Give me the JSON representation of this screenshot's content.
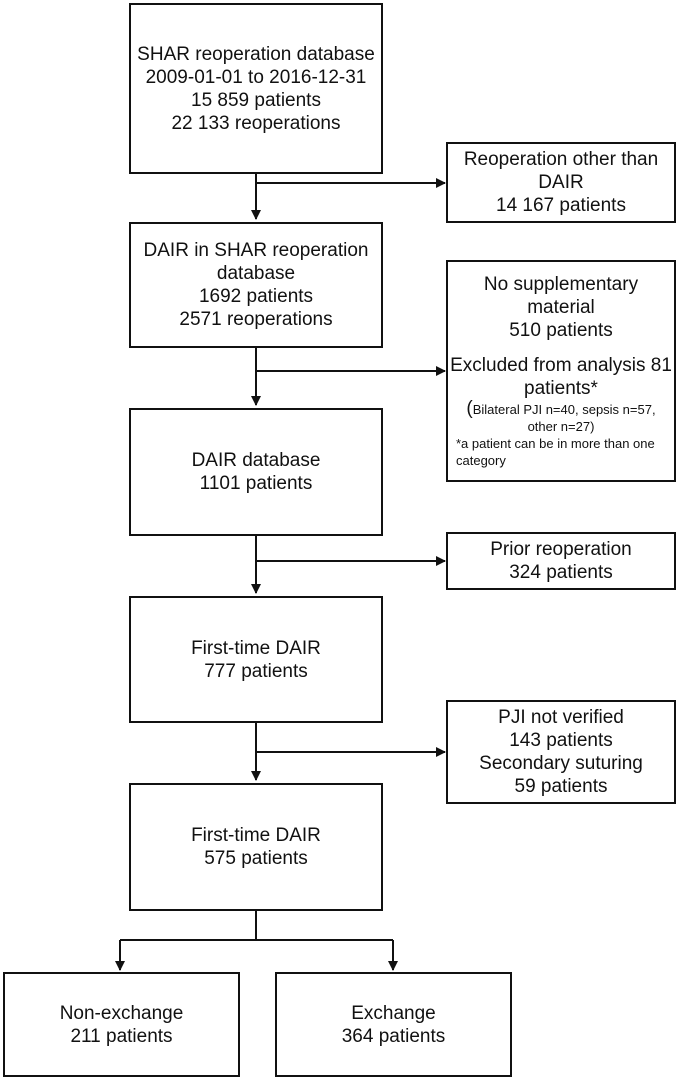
{
  "boxes": {
    "shar_db": {
      "lines": [
        "SHAR reoperation database",
        "2009-01-01 to 2016-12-31",
        "15 859 patients",
        "22 133 reoperations"
      ]
    },
    "excl_other": {
      "lines": [
        "Reoperation other than",
        "DAIR",
        "14 167 patients"
      ]
    },
    "dair_shar": {
      "lines": [
        "DAIR in SHAR reoperation",
        "database",
        "1692 patients",
        "2571 reoperations"
      ]
    },
    "excl_nosupp": {
      "lines": [
        "No supplementary",
        "material",
        "510 patients"
      ],
      "excluded_lines": [
        "Excluded from analysis 81",
        "patients*"
      ],
      "detail_open": "(",
      "detail_line1": "Bilateral PJI n=40, sepsis n=57,",
      "detail_line2": "other n=27)",
      "note_line1": "*a patient can be in more than one",
      "note_line2": "category"
    },
    "dair_db": {
      "lines": [
        "DAIR database",
        "1101 patients"
      ]
    },
    "excl_prior": {
      "lines": [
        "Prior reoperation",
        "324 patients"
      ]
    },
    "first_777": {
      "lines": [
        "First-time DAIR",
        "777 patients"
      ]
    },
    "excl_pji": {
      "lines": [
        "PJI not verified",
        "143 patients",
        "Secondary suturing",
        "59 patients"
      ]
    },
    "first_575": {
      "lines": [
        "First-time DAIR",
        "575 patients"
      ]
    },
    "nonexchange": {
      "lines": [
        "Non-exchange",
        "211 patients"
      ]
    },
    "exchange": {
      "lines": [
        "Exchange",
        "364 patients"
      ]
    }
  },
  "colors": {
    "stroke": "#111111",
    "background": "#ffffff"
  }
}
